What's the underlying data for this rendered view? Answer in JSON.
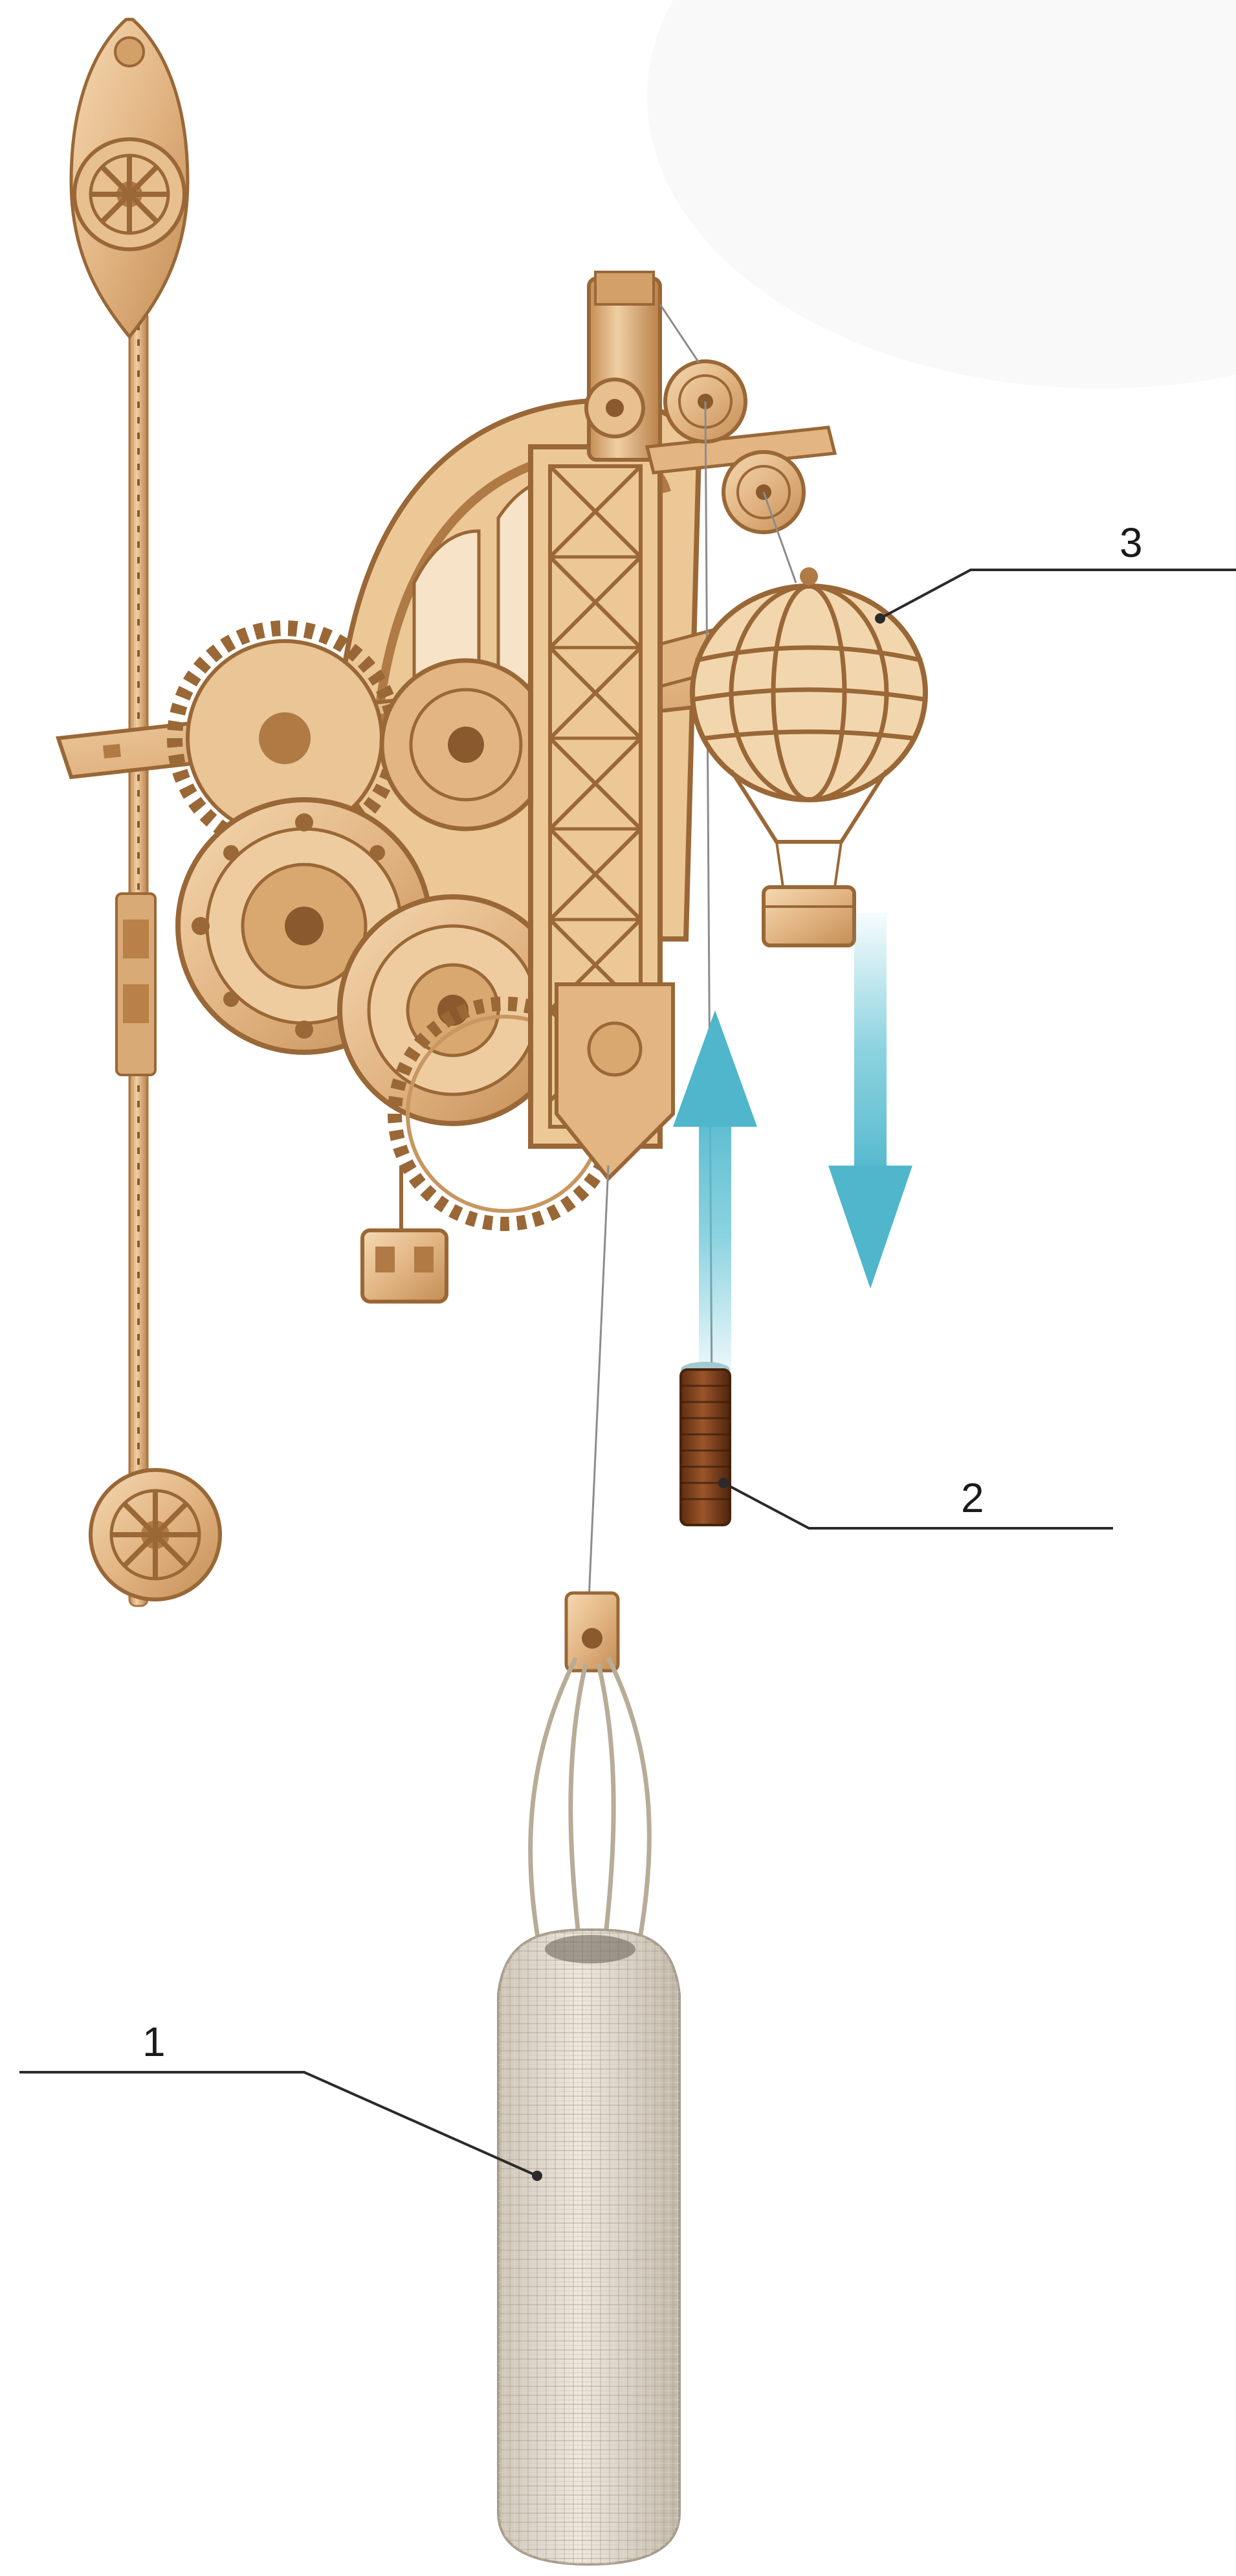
{
  "diagram": {
    "callouts": [
      {
        "label": "1"
      },
      {
        "label": "2"
      },
      {
        "label": "3"
      }
    ],
    "colors": {
      "wood_light": "#f0cfa4",
      "wood_mid": "#dcae7a",
      "wood_dark": "#b07a45",
      "wood_shadow": "#8a5a2e",
      "arrow_blue": "#5bc0d3",
      "burlap": "#e4ddd2",
      "burlap_dark": "#bfb6a8",
      "small_weight": "#7a3f1c",
      "leader_line": "#2a2a2a"
    }
  }
}
